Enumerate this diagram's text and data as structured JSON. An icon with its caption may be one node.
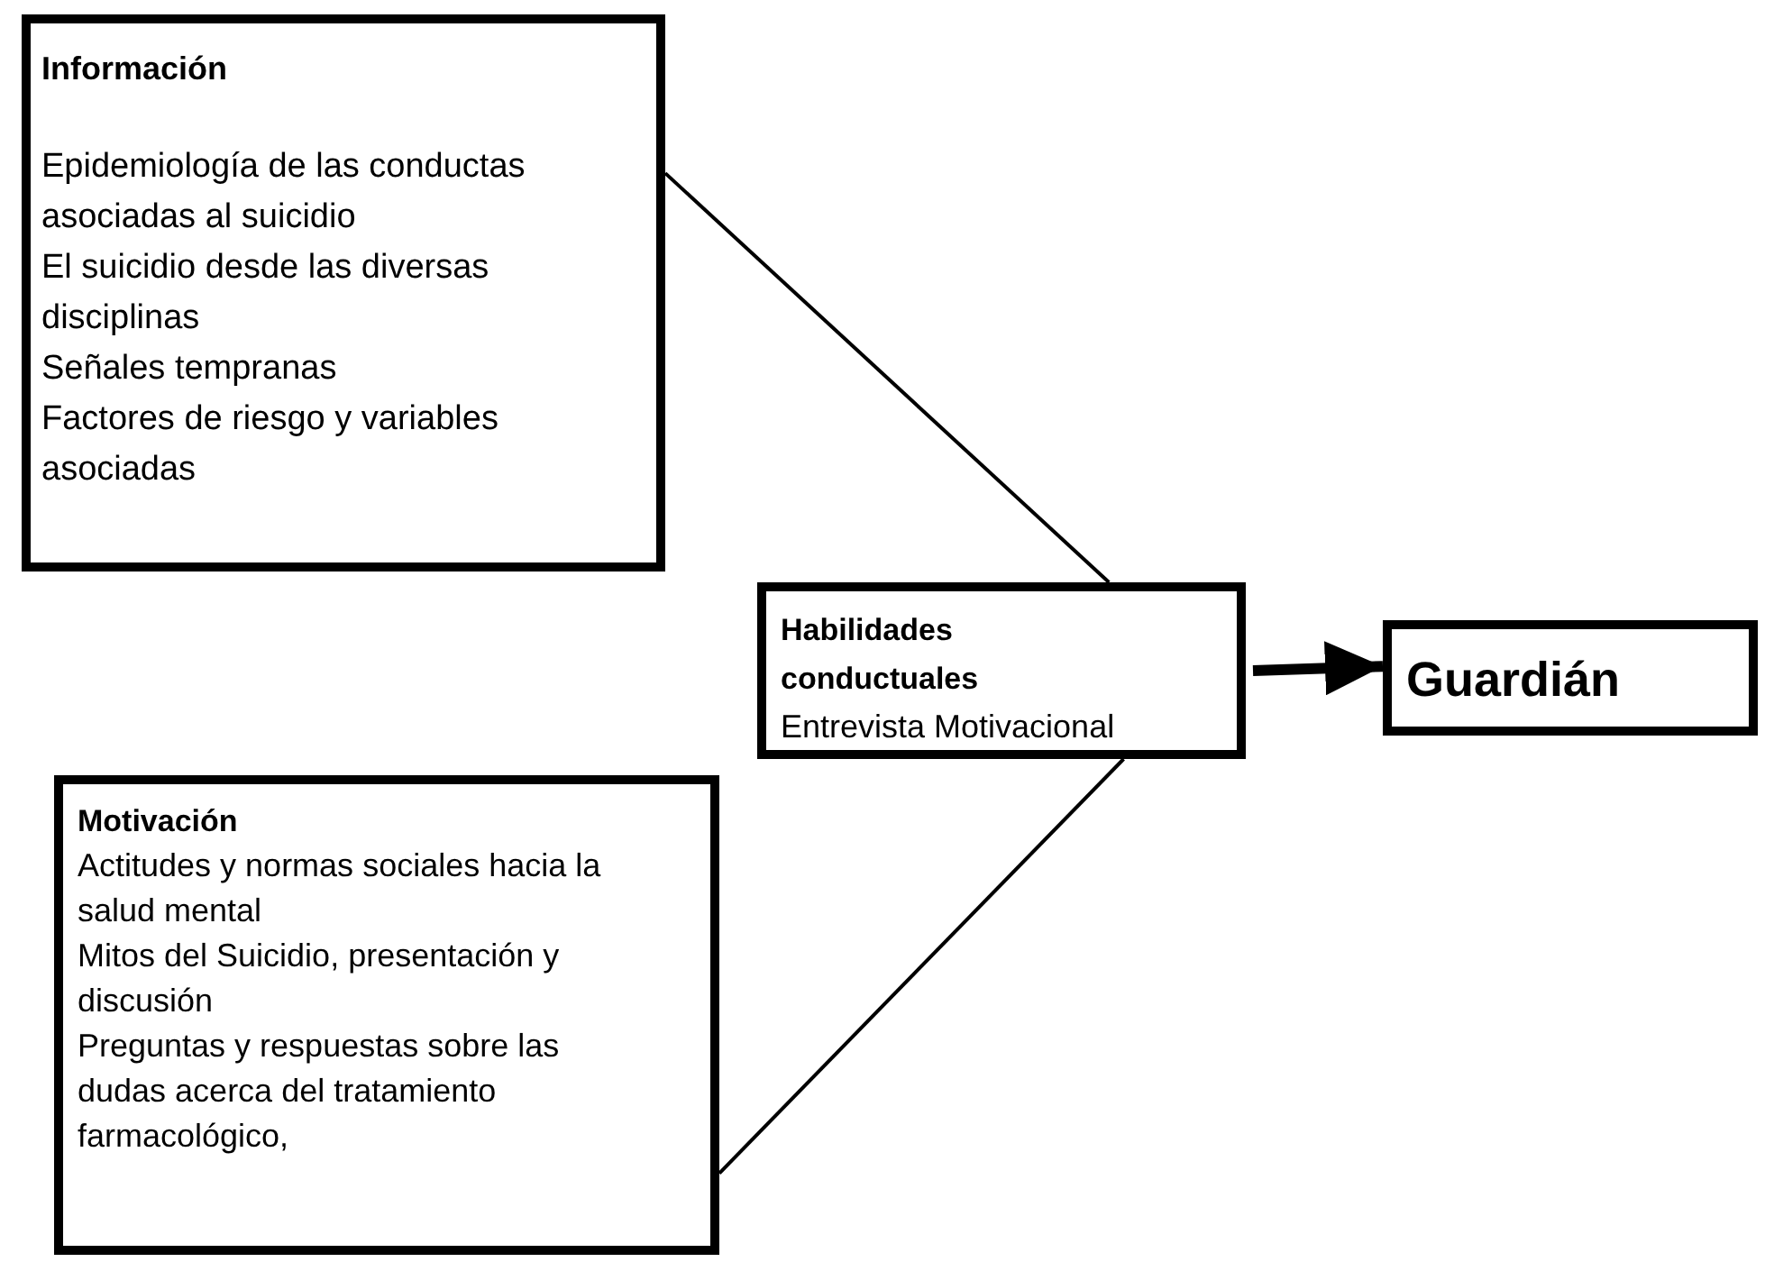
{
  "diagram": {
    "nodes": [
      {
        "text": [
          "Información",
          "Epidemiología de las conductas asociadas al suicidio",
          "El suicidio desde las diversas disciplinas",
          "Señales tempranas",
          "Factores de riesgo y variables asociadas"
        ]
      },
      {
        "text": [
          "Habilidades conductuales",
          "Entrevista Motivacional"
        ]
      },
      {
        "text": [
          "Guardián"
        ]
      },
      {
        "text": [
          "Motivación",
          "Actitudes y normas sociales hacia la salud mental",
          "Mitos del Suicidio, presentación y discusión",
          "Preguntas y respuestas sobre las dudas acerca del tratamiento farmacológico,"
        ]
      }
    ],
    "edges": [
      {
        "from": 0,
        "to": 1,
        "arrow": "none"
      },
      {
        "from": 3,
        "to": 1,
        "arrow": "none"
      },
      {
        "from": 1,
        "to": 2,
        "arrow": "to",
        "style": "thick"
      }
    ]
  }
}
